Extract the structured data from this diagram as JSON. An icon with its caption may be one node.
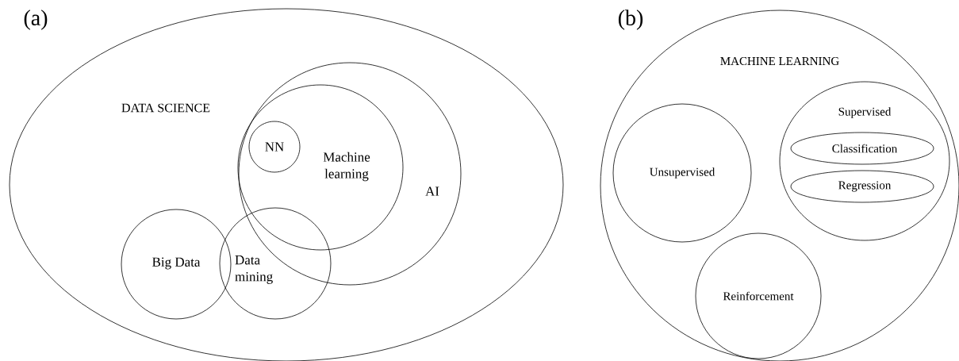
{
  "diagram": {
    "nodes": [
      {
        "text": [
          "DATA SCIENCE"
        ]
      },
      {
        "text": [
          "AI"
        ],
        "in": 0
      },
      {
        "text": [
          "Machine learning"
        ],
        "in": 1
      },
      {
        "text": [
          "NN"
        ],
        "in": 2
      },
      {
        "text": [
          "Big Data"
        ],
        "in": 0
      },
      {
        "text": [
          "Data mining"
        ],
        "in": 0
      },
      {
        "text": [
          "MACHINE LEARNING"
        ]
      },
      {
        "text": [
          "Unsupervised"
        ],
        "in": 6
      },
      {
        "text": [
          "Supervised"
        ],
        "in": 6
      },
      {
        "text": [
          "Classification"
        ],
        "in": 8
      },
      {
        "text": [
          "Regression"
        ],
        "in": 8
      },
      {
        "text": [
          "Reinforcement"
        ],
        "in": 6
      }
    ],
    "labels": [
      "(a)",
      "(b)"
    ]
  }
}
